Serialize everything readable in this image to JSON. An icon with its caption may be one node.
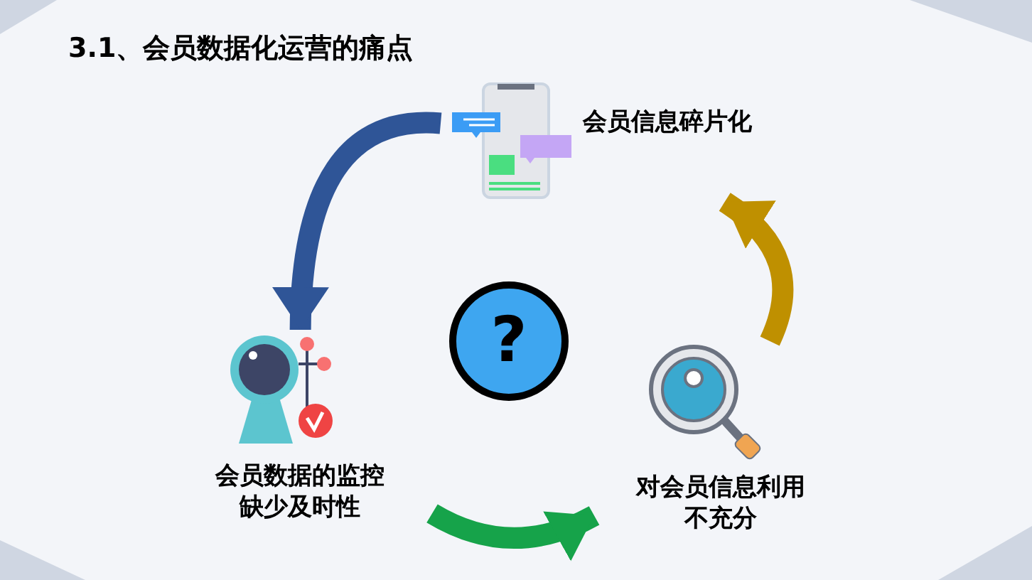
{
  "diagram": {
    "title": "3.1、会员数据化运营的痛点",
    "nodes": [
      {
        "text": [
          "会员信息碎片化"
        ]
      },
      {
        "text": [
          "会员数据的监控缺少及时性"
        ]
      },
      {
        "text": [
          "对会员信息利用不充分"
        ]
      },
      {
        "text": [
          "?"
        ]
      }
    ],
    "edges": [
      {
        "from": 0,
        "to": 1,
        "arrow": "to",
        "color": "#2f5597"
      },
      {
        "from": 1,
        "to": 2,
        "arrow": "to",
        "color": "#16a34a"
      },
      {
        "from": 2,
        "to": 0,
        "arrow": "to",
        "color": "#bf9000"
      }
    ]
  }
}
